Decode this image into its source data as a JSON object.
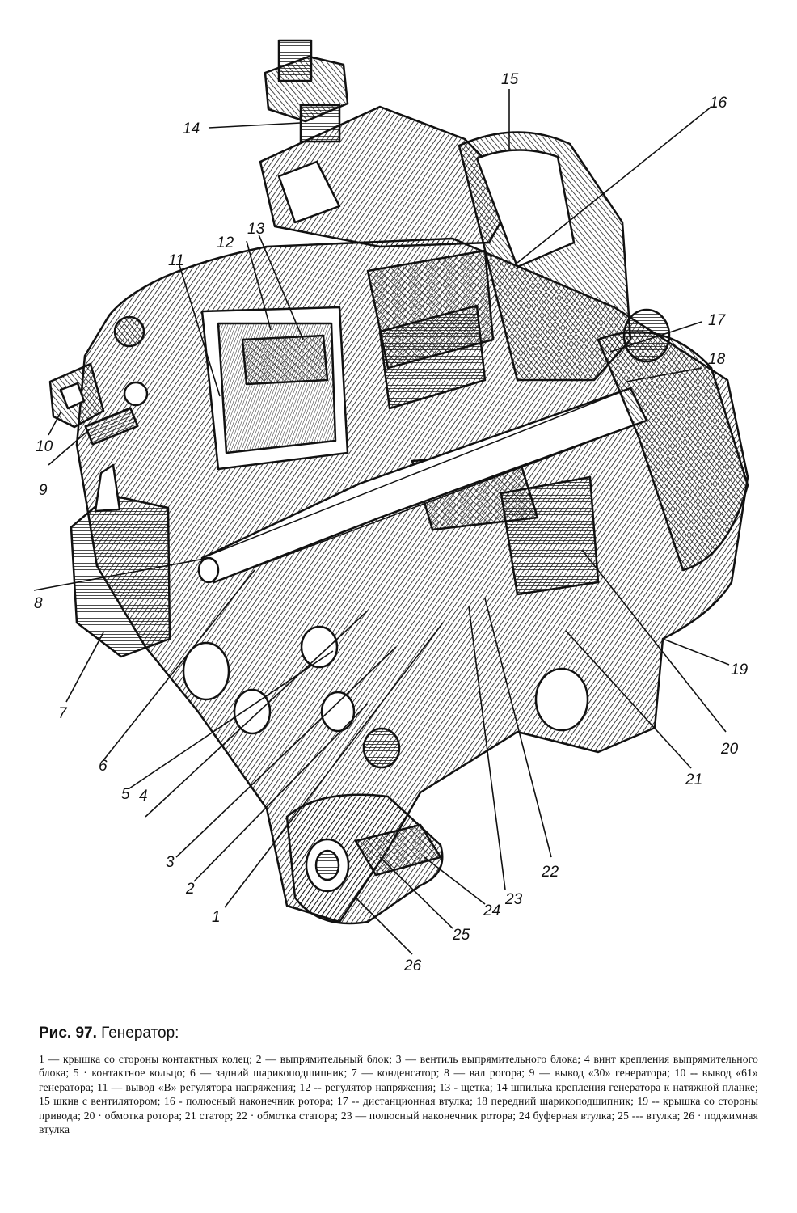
{
  "figure": {
    "callouts": [
      "1",
      "2",
      "3",
      "4",
      "5",
      "6",
      "7",
      "8",
      "9",
      "10",
      "11",
      "12",
      "13",
      "14",
      "15",
      "16",
      "17",
      "18",
      "19",
      "20",
      "21",
      "22",
      "23",
      "24",
      "25",
      "26"
    ]
  },
  "caption": {
    "fig_label": "Рис. 97.",
    "title": "Генератор:",
    "text": "1 — крышка со стороны контактных колец; 2 — выпрямительный блок; 3 — вентиль выпрямительного блока; 4 винт крепления выпрямительного блока; 5 · контактное кольцо; 6 — задний шарикоподшипник; 7 — конденсатор; 8 — вал рогора; 9 — вывод «30» генератора; 10 -- вывод «61» генератора; 11 — вывод «В» регулятора напряжения; 12 -- регулятор напряжения; 13 - щетка; 14 шпилька крепления генератора к натяжной планке; 15 шкив с вентилятором; 16 - полюсный наконечник ротора; 17 -- дистанционная втулка; 18 передний шарикоподшипник; 19 -- крышка со стороны привода; 20 · обмотка ротора; 21 статор; 22 · обмотка статора; 23 — полюсный наконечник ротора; 24 буферная втулка; 25 --- втулка; 26 · поджимная втулка"
  }
}
